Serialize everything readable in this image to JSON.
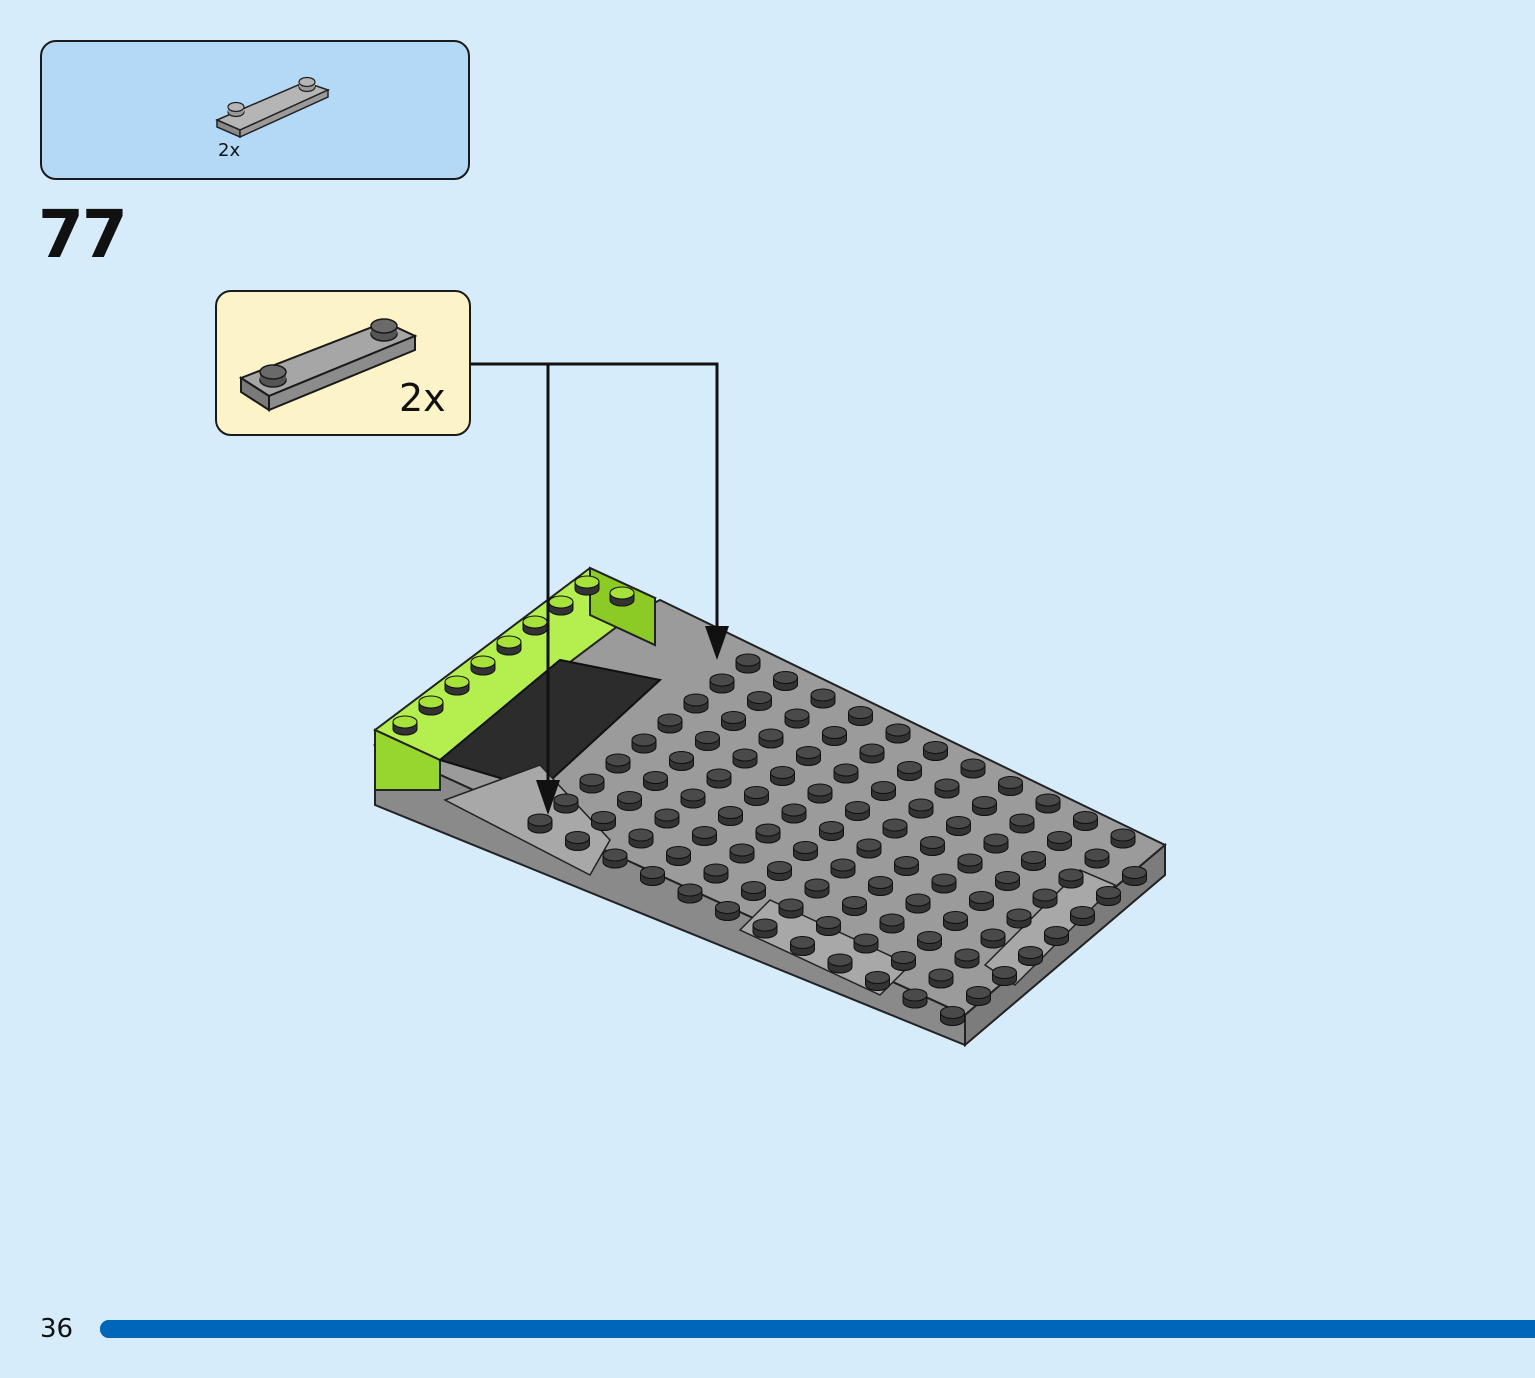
{
  "parts_list": {
    "items": [
      {
        "part": "plate-1x4-with-2-studs",
        "color": "#9a9a9a",
        "quantity": "2x"
      }
    ]
  },
  "step": {
    "number": "77"
  },
  "callout": {
    "part": "plate-1x4-with-2-studs",
    "color": "#9a9a9a",
    "quantity": "2x"
  },
  "model": {
    "base_color": "#9b9b9b",
    "stud_color": "#4a4a4a",
    "accent_color": "#a6e23a",
    "dark_color": "#2c2c2c"
  },
  "footer": {
    "page_number": "36",
    "progress_color": "#0066b8"
  }
}
